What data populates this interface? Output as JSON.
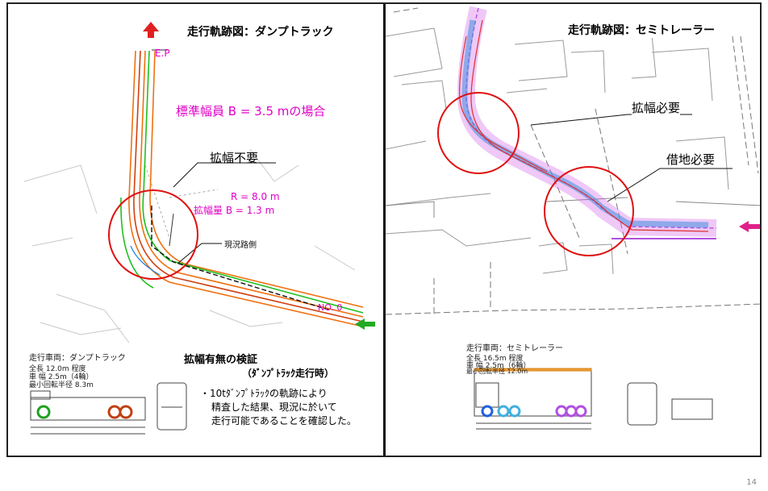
{
  "left_panel": {
    "title": "走行軌跡図：ダンプトラック",
    "ep_label": "E.P",
    "standard_width": "標準幅員 B = 3.5 mの場合",
    "callout_no_widening": "拡幅不要",
    "radius": "R = 8.0 m",
    "widening_amount": "拡幅量 B = 1.3 m",
    "current_road_edge": "現況路側",
    "end_label": "NO. 0",
    "vehicle_label": "走行車両：ダンプトラック",
    "vehicle_specs": [
      "全長 12.0m 程度",
      "車 幅 2.5m（4輪）",
      "最小回転半径 8.3m"
    ],
    "verification_title": "拡幅有無の検証",
    "verification_subtitle": "（ﾀﾞﾝﾌﾟﾄﾗｯｸ走行時）",
    "note_lines": [
      "・10tﾀﾞﾝﾌﾟﾄﾗｯｸの軌跡により",
      "精査した結果、現況に於いて",
      "走行可能であることを確認した。"
    ]
  },
  "right_panel": {
    "title": "走行軌跡図：セミトレーラー",
    "callout_widening_required": "拡幅必要",
    "callout_land_lease_required": "借地必要",
    "vehicle_label": "走行車両：セミトレーラー",
    "vehicle_specs": [
      "全長 16.5m 程度",
      "車 幅 2.5m（6輪）",
      "最小回転半径 12.0m"
    ]
  },
  "page_number": "14",
  "colors": {
    "accent_magenta": "#e000c8",
    "arrow_red": "#e02020",
    "arrow_green": "#22aa22",
    "arrow_pink": "#e0208a",
    "circle_red": "#e01010",
    "track_orange": "#f07010",
    "track_green": "#20c020",
    "track_blue": "#4090e0",
    "track_purple": "#b050e0"
  }
}
